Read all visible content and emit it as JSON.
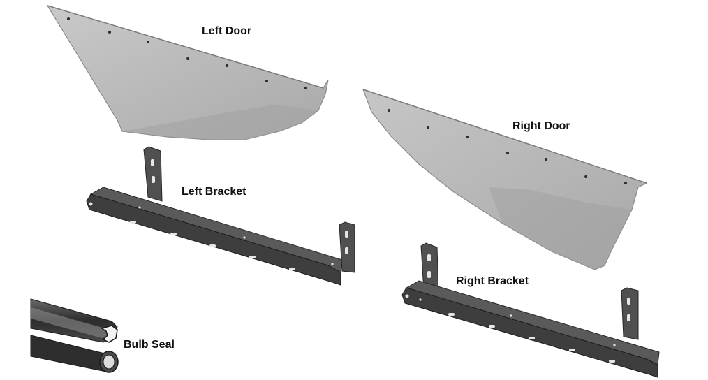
{
  "parts": {
    "left_door": {
      "label": "Left Door",
      "color": "#b9b9b9"
    },
    "right_door": {
      "label": "Right Door",
      "color": "#b9b9b9"
    },
    "left_bracket": {
      "label": "Left Bracket",
      "color": "#4a4a4a"
    },
    "right_bracket": {
      "label": "Right Bracket",
      "color": "#4a4a4a"
    },
    "bulb_seal": {
      "label": "Bulb Seal",
      "color": "#3c3c3c"
    }
  }
}
